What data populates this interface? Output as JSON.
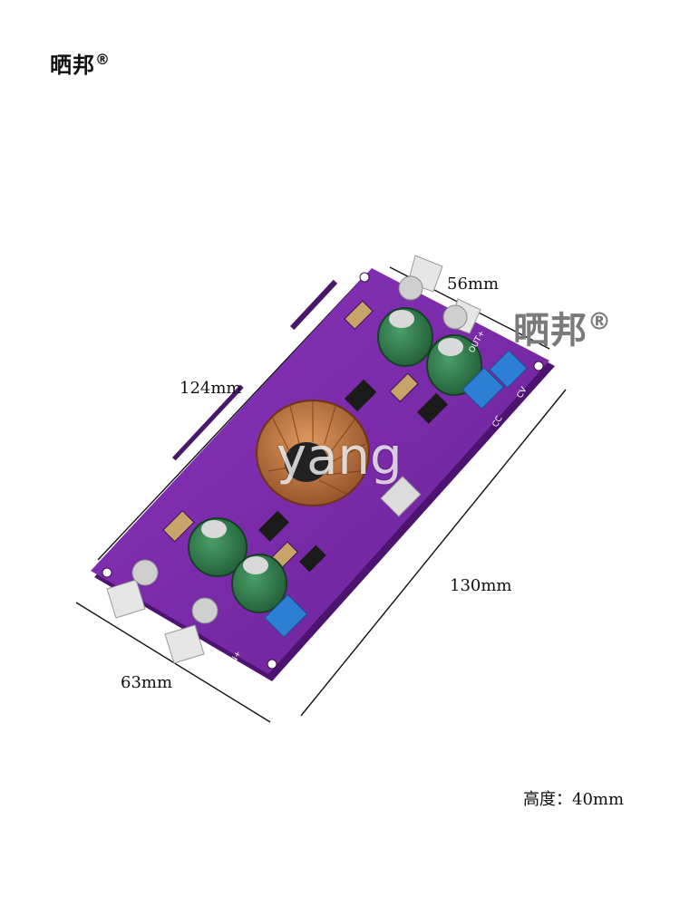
{
  "brand": {
    "name": "晒邦",
    "registered_mark": "®"
  },
  "dimensions": {
    "length_top": "124mm",
    "width_top": "56mm",
    "length_right": "130mm",
    "width_bottom": "63mm",
    "height_note": "高度：40mm"
  },
  "board_labels": {
    "out_plus": "OUT+",
    "in_plus": "IN+",
    "cc": "CC",
    "cv": "CV"
  },
  "watermark": "yang",
  "colors": {
    "pcb": "#7b2aa8",
    "pcb_dark": "#5a1a80",
    "capacitor": "#2f7d4c",
    "copper_coil": "#c8773f",
    "potentiometer": "#2d7fd6"
  }
}
